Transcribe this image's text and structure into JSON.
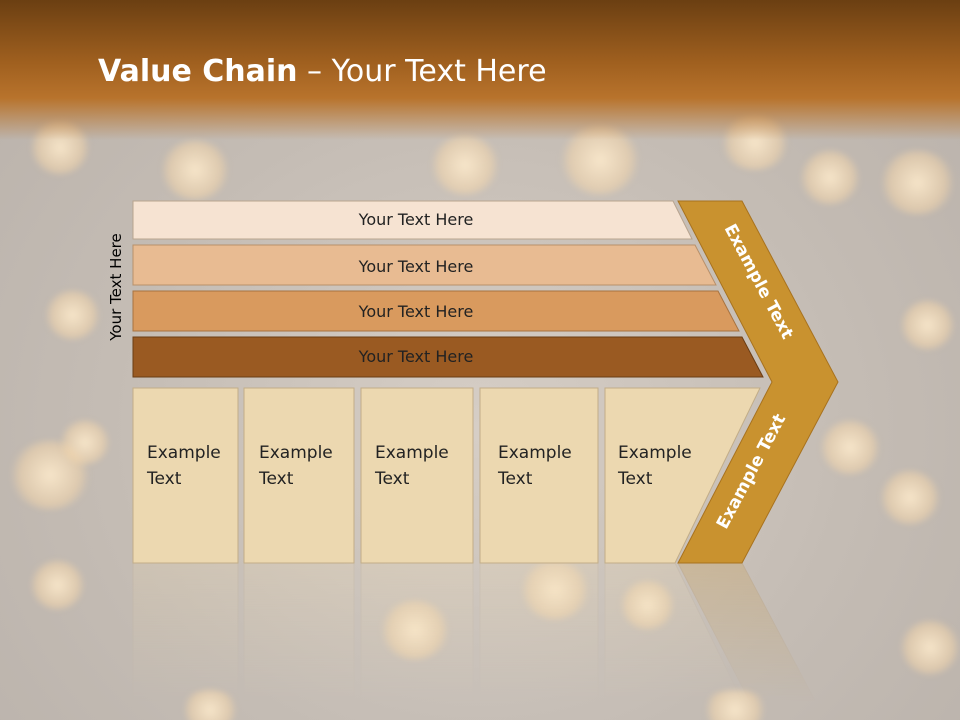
{
  "slide": {
    "title_bold": "Value Chain",
    "title_rest": " – Your Text Here",
    "side_label": "Your Text Here"
  },
  "rows": [
    {
      "label": "Your Text Here",
      "color": "#f6e3d2"
    },
    {
      "label": "Your Text Here",
      "color": "#e8bb92"
    },
    {
      "label": "Your Text Here",
      "color": "#d99a5e"
    },
    {
      "label": "Your Text Here",
      "color": "#9a5a22"
    }
  ],
  "columns": [
    {
      "line1": "Example",
      "line2": "Text"
    },
    {
      "line1": "Example",
      "line2": "Text"
    },
    {
      "line1": "Example",
      "line2": "Text"
    },
    {
      "line1": "Example",
      "line2": "Text"
    },
    {
      "line1": "Example",
      "line2": "Text"
    }
  ],
  "arrow": {
    "upper_label": "Example Text",
    "lower_label": "Example Text",
    "color": "#c9922f"
  },
  "colors": {
    "box_fill": "#ecd8b0",
    "title_bar": "#a0601f"
  }
}
